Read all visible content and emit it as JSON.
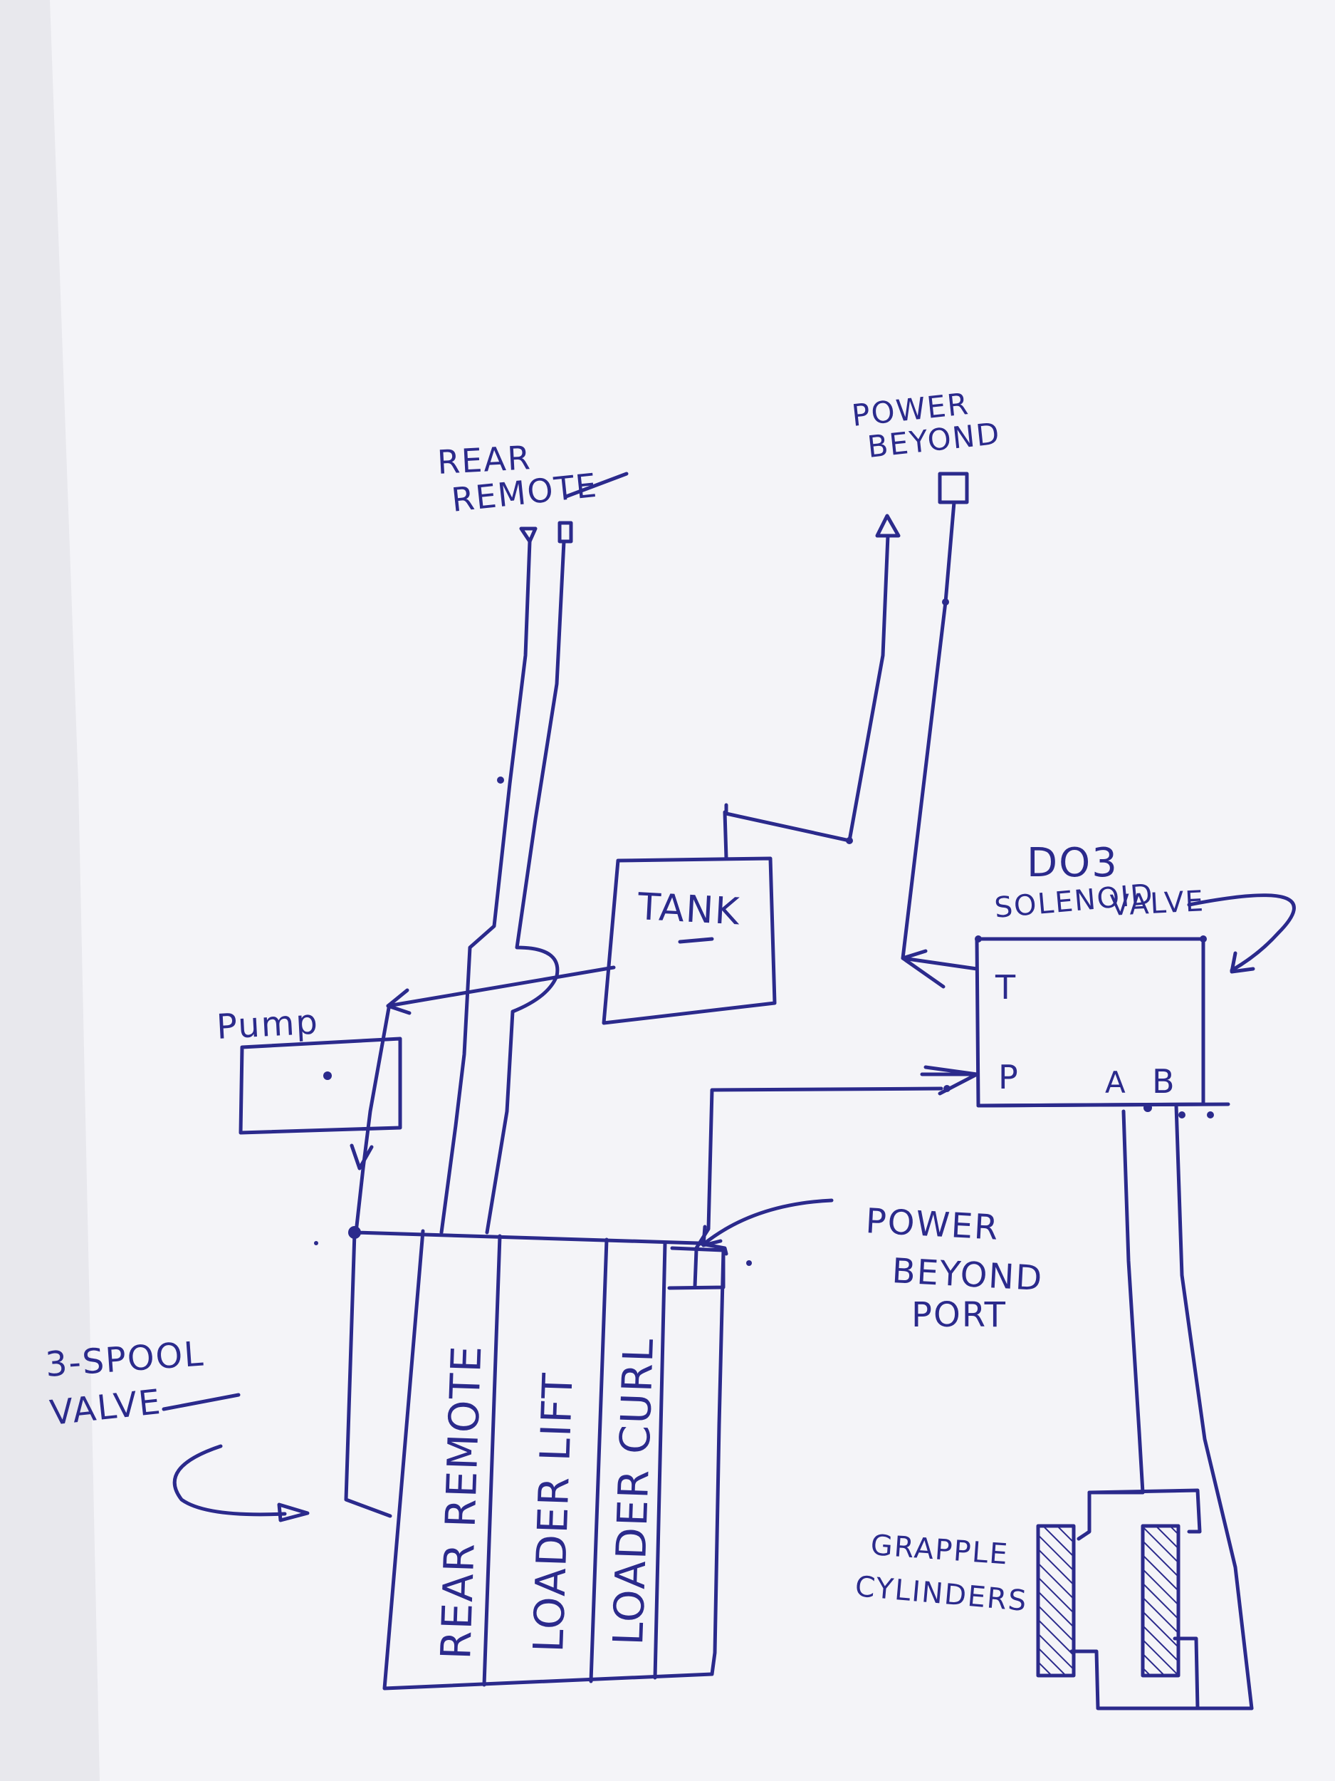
{
  "labels": {
    "rear_remote_line1": "REAR",
    "rear_remote_line2": "REMOTE",
    "power_beyond_line1": "POWER",
    "power_beyond_line2": "BEYOND",
    "tank": "TANK",
    "do3_line1": "DO3",
    "do3_line2": "SOLENOID",
    "do3_line3": "VALVE",
    "port_t": "T",
    "port_p": "P",
    "port_a": "A",
    "port_b": "B",
    "pump": "Pump",
    "spool_valve_line1": "3-SPOOL",
    "spool_valve_line2": "VALVE",
    "spool_1": "REAR REMOTE",
    "spool_2": "LOADER LIFT",
    "spool_3": "LOADER CURL",
    "pb_port_line1": "POWER",
    "pb_port_line2": "BEYOND",
    "pb_port_line3": "PORT",
    "grapple_line1": "GRAPPLE",
    "grapple_line2": "CYLINDERS"
  },
  "colors": {
    "ink": "#2b2a8c",
    "paper": "#f4f4f8",
    "background": "#d9d9de"
  }
}
